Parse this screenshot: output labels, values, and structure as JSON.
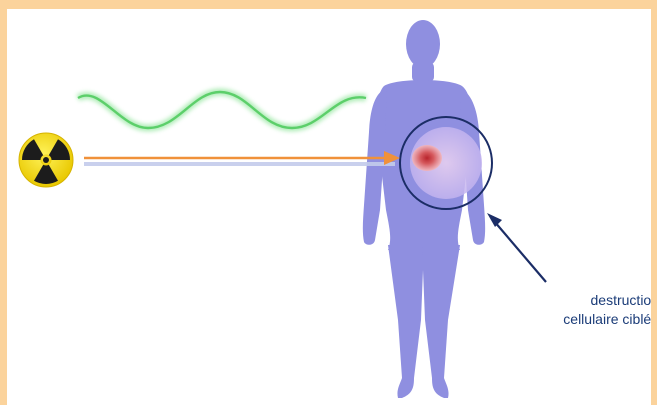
{
  "colors": {
    "frame": "#fbd39c",
    "body": "#8f8fe0",
    "wave": "#5ccf6a",
    "beam": "#f0913a",
    "target_circle": "#1b2d66",
    "label_text": "#1b3c78",
    "radiation_yellow": "#f5dc0a"
  },
  "icons": [
    "radiation-symbol-icon",
    "human-body-figure",
    "tumor-target"
  ],
  "label": {
    "line1": "destruction",
    "line2": "cellulaire ciblée"
  }
}
